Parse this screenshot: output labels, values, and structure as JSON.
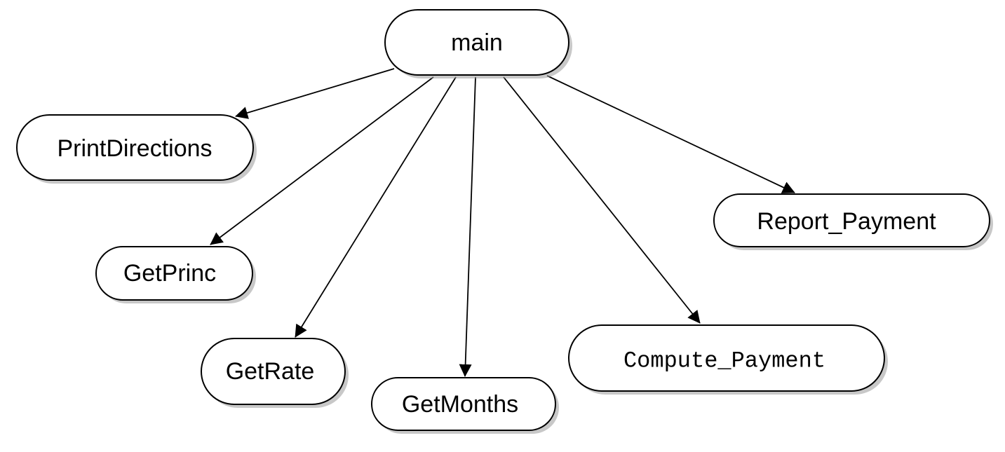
{
  "diagram": {
    "type": "call-graph",
    "root": "main",
    "nodes": [
      {
        "id": "main",
        "label": "main",
        "font": "sans"
      },
      {
        "id": "print_directions",
        "label": "PrintDirections",
        "font": "sans"
      },
      {
        "id": "get_princ",
        "label": "GetPrinc",
        "font": "sans"
      },
      {
        "id": "get_rate",
        "label": "GetRate",
        "font": "sans"
      },
      {
        "id": "get_months",
        "label": "GetMonths",
        "font": "sans"
      },
      {
        "id": "compute_payment",
        "label": "Compute_Payment",
        "font": "mono"
      },
      {
        "id": "report_payment",
        "label": "Report_Payment",
        "font": "sans"
      }
    ],
    "edges": [
      {
        "from": "main",
        "to": "print_directions"
      },
      {
        "from": "main",
        "to": "get_princ"
      },
      {
        "from": "main",
        "to": "get_rate"
      },
      {
        "from": "main",
        "to": "get_months"
      },
      {
        "from": "main",
        "to": "compute_payment"
      },
      {
        "from": "main",
        "to": "report_payment"
      }
    ],
    "colors": {
      "stroke": "#000000",
      "fill": "#ffffff",
      "shadow": "#9a9a9a"
    }
  }
}
